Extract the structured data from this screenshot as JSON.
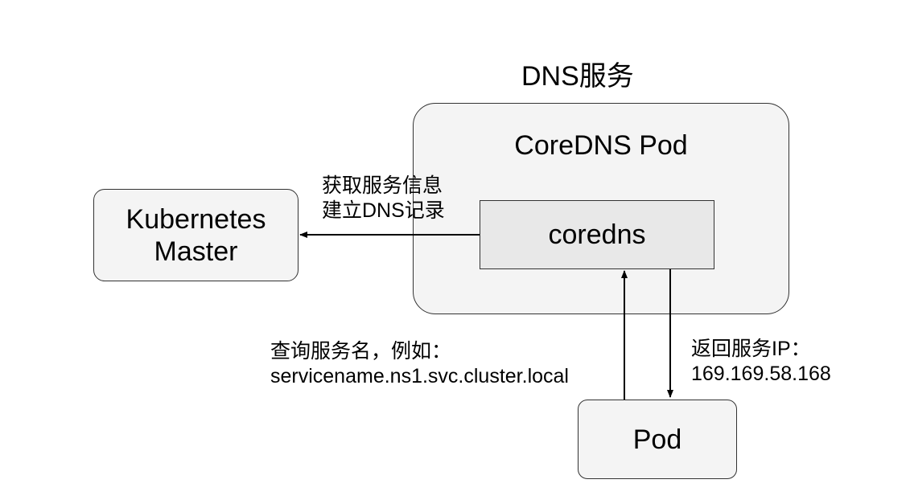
{
  "diagram": {
    "title": "DNS服务",
    "nodes": {
      "coredns_pod": {
        "label": "CoreDNS Pod"
      },
      "coredns": {
        "label": "coredns"
      },
      "kubernetes_master": {
        "label_line1": "Kubernetes",
        "label_line2": "Master"
      },
      "pod": {
        "label": "Pod"
      }
    },
    "edges": {
      "coredns_to_master": {
        "label_line1": "获取服务信息",
        "label_line2": "建立DNS记录"
      },
      "pod_to_coredns": {
        "label_line1": "查询服务名，例如：",
        "label_line2": "servicename.ns1.svc.cluster.local"
      },
      "coredns_to_pod": {
        "label_line1": "返回服务IP：",
        "label_line2": "169.169.58.168"
      }
    },
    "colors": {
      "stroke": "#333333",
      "box_fill": "#f4f4f4",
      "inner_box_fill": "#e8e8e8",
      "text": "#000000"
    }
  }
}
